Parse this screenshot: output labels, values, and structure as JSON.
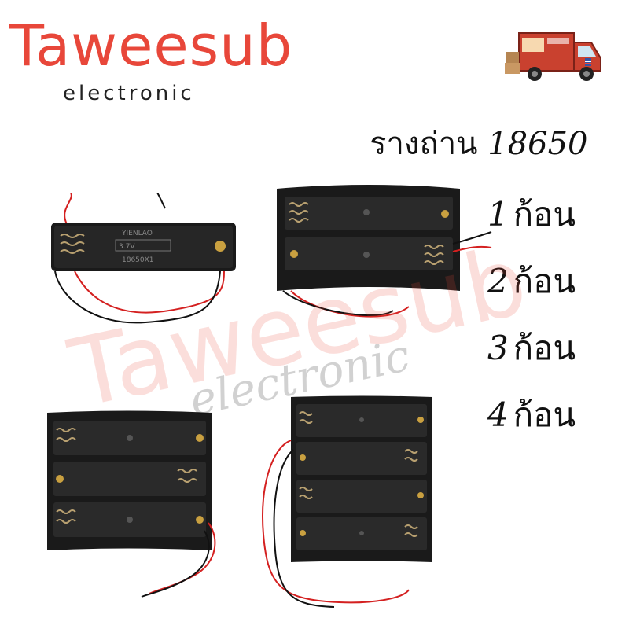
{
  "brand": {
    "name": "Taweesub",
    "subtitle": "electronic"
  },
  "product": {
    "title_text": "รางถ่าน ",
    "title_number": "18650",
    "options": [
      {
        "number": "1",
        "unit": "ก้อน"
      },
      {
        "number": "2",
        "unit": "ก้อน"
      },
      {
        "number": "3",
        "unit": "ก้อน"
      },
      {
        "number": "4",
        "unit": "ก้อน"
      }
    ]
  },
  "watermark": {
    "name": "Taweesub",
    "subtitle": "electronic"
  },
  "holder_labels": {
    "single_brand": "YIENLAO",
    "single_voltage": "3.7V",
    "single_model": "18650X1"
  },
  "colors": {
    "brand_red": "#e8473a",
    "holder_black": "#1a1a1a",
    "wire_red": "#d42020",
    "wire_black": "#111111",
    "truck_red": "#c9412f"
  },
  "icons": {
    "truck": "delivery-truck-icon"
  }
}
